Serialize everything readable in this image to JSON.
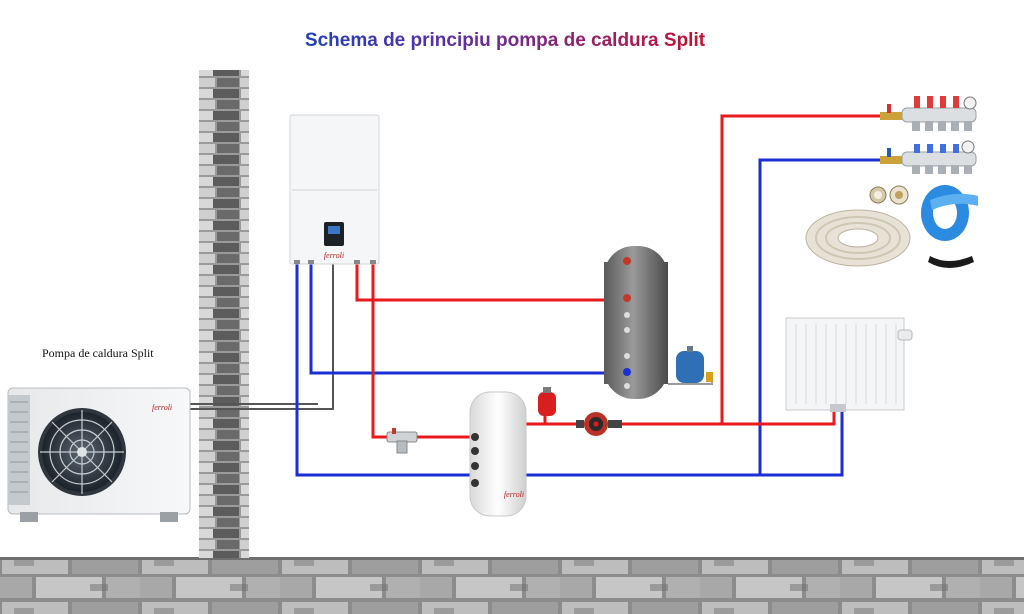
{
  "title": "Schema de principiu pompa de caldura Split",
  "heat_pump_label": "Pompa de caldura Split",
  "brand_mark": "ferroli",
  "colors": {
    "hot_pipe": "#e8191c",
    "cold_pipe": "#1c2ed6",
    "signal_cable": "#555555",
    "title_start": "#1f3fbf",
    "title_end": "#c8102e"
  }
}
